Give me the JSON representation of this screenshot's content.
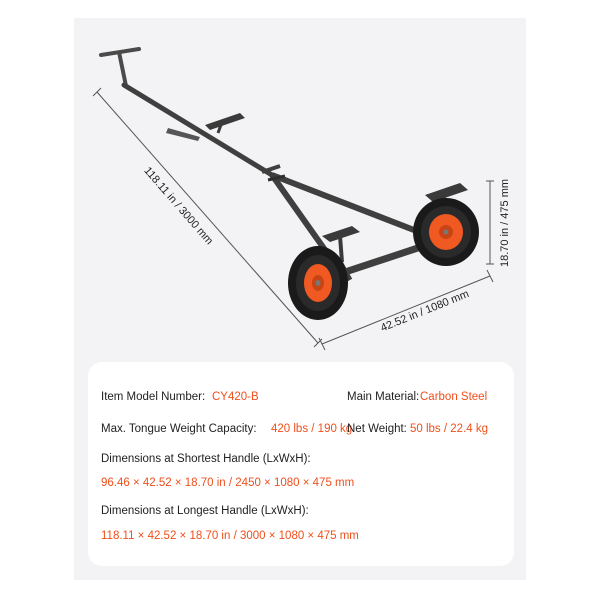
{
  "dimensions": {
    "length": "118.11 in / 3000 mm",
    "width": "42.52 in / 1080 mm",
    "height": "18.70 in / 475 mm"
  },
  "specs": {
    "model_label": "Item Model Number:",
    "model_value": "CY420-B",
    "material_label": "Main Material:",
    "material_value": "Carbon Steel",
    "tongue_label": "Max. Tongue Weight Capacity:",
    "tongue_value": "420 lbs / 190 kg",
    "net_weight_label": "Net Weight:",
    "net_weight_value": "50 lbs / 22.4 kg",
    "shortest_label": "Dimensions at Shortest Handle (LxWxH):",
    "shortest_value": "96.46 × 42.52 × 18.70 in / 2450 × 1080 × 475 mm",
    "longest_label": "Dimensions at Longest Handle (LxWxH):",
    "longest_value": "118.11 × 42.52 × 18.70 in / 3000 × 1080 × 475 mm"
  },
  "colors": {
    "accent": "#f04f1c",
    "frame": "#4a4a4a",
    "tire": "#1a1a1a",
    "rim": "#f05a22",
    "panel": "#f3f3f5"
  }
}
